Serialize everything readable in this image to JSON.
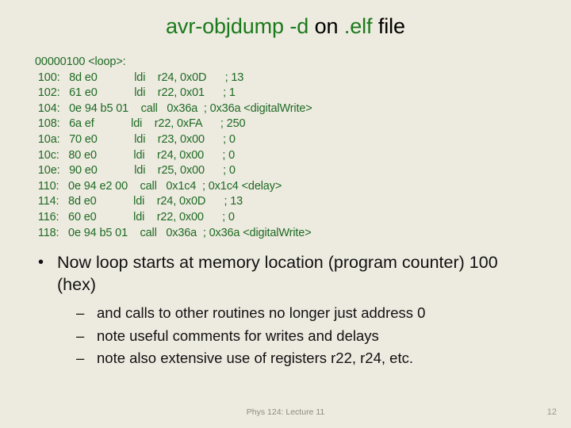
{
  "slide": {
    "background_color": "#edeae0",
    "title": {
      "part1": "avr-objdump -d",
      "part2": " on ",
      "part3": ".elf",
      "part4": " file",
      "accent_color": "#1a7a1a",
      "text_color": "#000000"
    },
    "code": {
      "color": "#1e6b23",
      "lines": [
        "00000100 <loop>:",
        " 100:   8d e0            ldi    r24, 0x0D      ; 13",
        " 102:   61 e0            ldi    r22, 0x01      ; 1",
        " 104:   0e 94 b5 01    call   0x36a  ; 0x36a <digitalWrite>",
        " 108:   6a ef            ldi    r22, 0xFA      ; 250",
        " 10a:   70 e0            ldi    r23, 0x00      ; 0",
        " 10c:   80 e0            ldi    r24, 0x00      ; 0",
        " 10e:   90 e0            ldi    r25, 0x00      ; 0",
        " 110:   0e 94 e2 00    call   0x1c4  ; 0x1c4 <delay>",
        " 114:   8d e0            ldi    r24, 0x0D      ; 13",
        " 116:   60 e0            ldi    r22, 0x00      ; 0",
        " 118:   0e 94 b5 01    call   0x36a  ; 0x36a <digitalWrite>"
      ]
    },
    "bullets": {
      "level1_marker": "•",
      "level2_marker": "–",
      "level1": "Now loop starts at memory location (program counter) 100 (hex)",
      "level2": [
        "and calls to other routines no longer just address 0",
        "note useful comments for writes and delays",
        "note also extensive use of registers r22, r24, etc."
      ]
    },
    "footer": {
      "center": "Phys 124: Lecture 11",
      "page": "12"
    }
  }
}
